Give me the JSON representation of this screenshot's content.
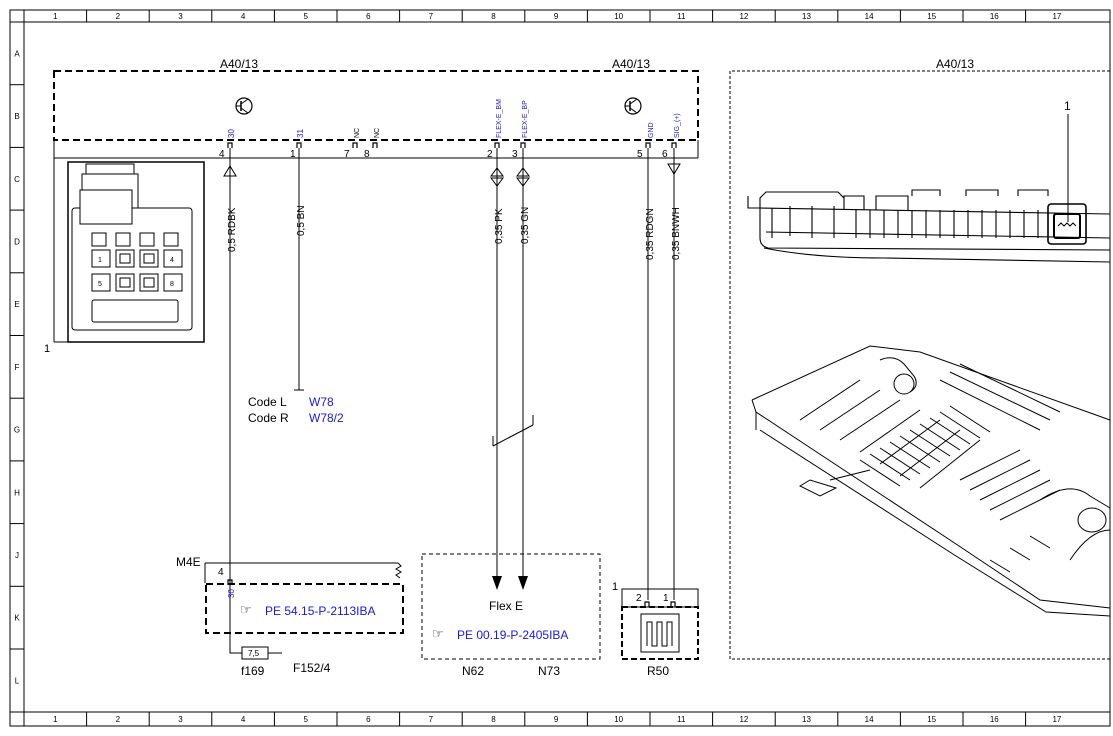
{
  "grid": {
    "columns": [
      "1",
      "2",
      "3",
      "4",
      "5",
      "6",
      "7",
      "8",
      "9",
      "10",
      "11",
      "12",
      "13",
      "14",
      "15",
      "16",
      "17"
    ],
    "rows": [
      "A",
      "B",
      "C",
      "D",
      "E",
      "F",
      "G",
      "H",
      "J",
      "K",
      "L"
    ]
  },
  "components": {
    "control_unit_left": "A40/13",
    "control_unit_mid": "A40/13",
    "control_unit_right": "A40/13",
    "photo_callout": "1",
    "connector_callout": "1",
    "fuse_block": "M4E",
    "fuse": "f169",
    "fuse_value": "7,5",
    "fuse_box": "F152/4",
    "module_left": "N62",
    "module_right": "N73",
    "module_label": "Flex E",
    "resistor": "R50",
    "resistor_callout": "1"
  },
  "pins": {
    "p30": "30",
    "p31": "31",
    "nc1": "NC",
    "nc2": "NC",
    "flex_bm": "FLEX-E_BM",
    "flex_bp": "FLEX-E_BP",
    "gnd": "GND",
    "sig": "SIG_(+)",
    "fuse_pin": "30"
  },
  "pin_numbers": {
    "n4": "4",
    "n1": "1",
    "n7": "7",
    "n8": "8",
    "n2": "2",
    "n3": "3",
    "n5": "5",
    "n6": "6",
    "m4e_pin": "4",
    "r50_pin2": "2",
    "r50_pin1": "1"
  },
  "wires": {
    "w_rdbk": "0,5 RDBK",
    "w_bn": "0,5 BN",
    "w_pk": "0,35 PK",
    "w_gn": "0,35 GN",
    "w_rdgn": "0,35 RDGN",
    "w_bnwh": "0,35 BNWH"
  },
  "codes": {
    "code_l_label": "Code L",
    "code_l_value": "W78",
    "code_r_label": "Code R",
    "code_r_value": "W78/2"
  },
  "references": {
    "ref_fuse": "PE 54.15-P-2113IBA",
    "ref_flex": "PE 00.19-P-2405IBA"
  },
  "connector_pins": {
    "c1": "1",
    "c4": "4",
    "c5": "5",
    "c8": "8"
  },
  "colors": {
    "line": "#000000",
    "link": "#1a1ad6"
  }
}
